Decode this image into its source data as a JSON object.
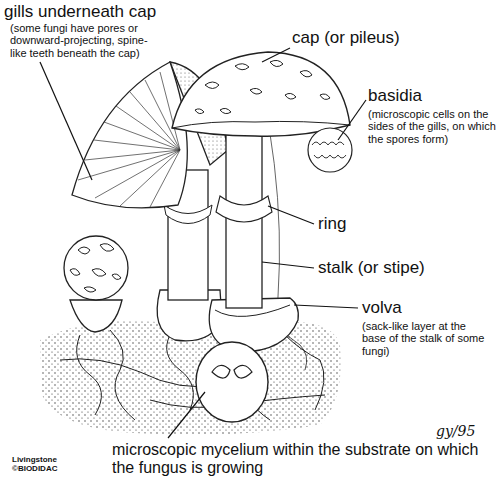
{
  "diagram": {
    "labels": [
      "gills underneath cap",
      "(some fungi have pores or downward-projecting, spine-like teeth beneath the cap)",
      "cap (or pileus)",
      "basidia",
      "(microscopic cells on the sides of the gills, on which the spores form)",
      "ring",
      "stalk (or stipe)",
      "volva",
      "(sack-like layer at the base of the stalk of some fungi)",
      "microscopic mycelium within the substrate on which the fungus is growing",
      "Livingstone ©BIODIDAC",
      "gy/95"
    ]
  }
}
